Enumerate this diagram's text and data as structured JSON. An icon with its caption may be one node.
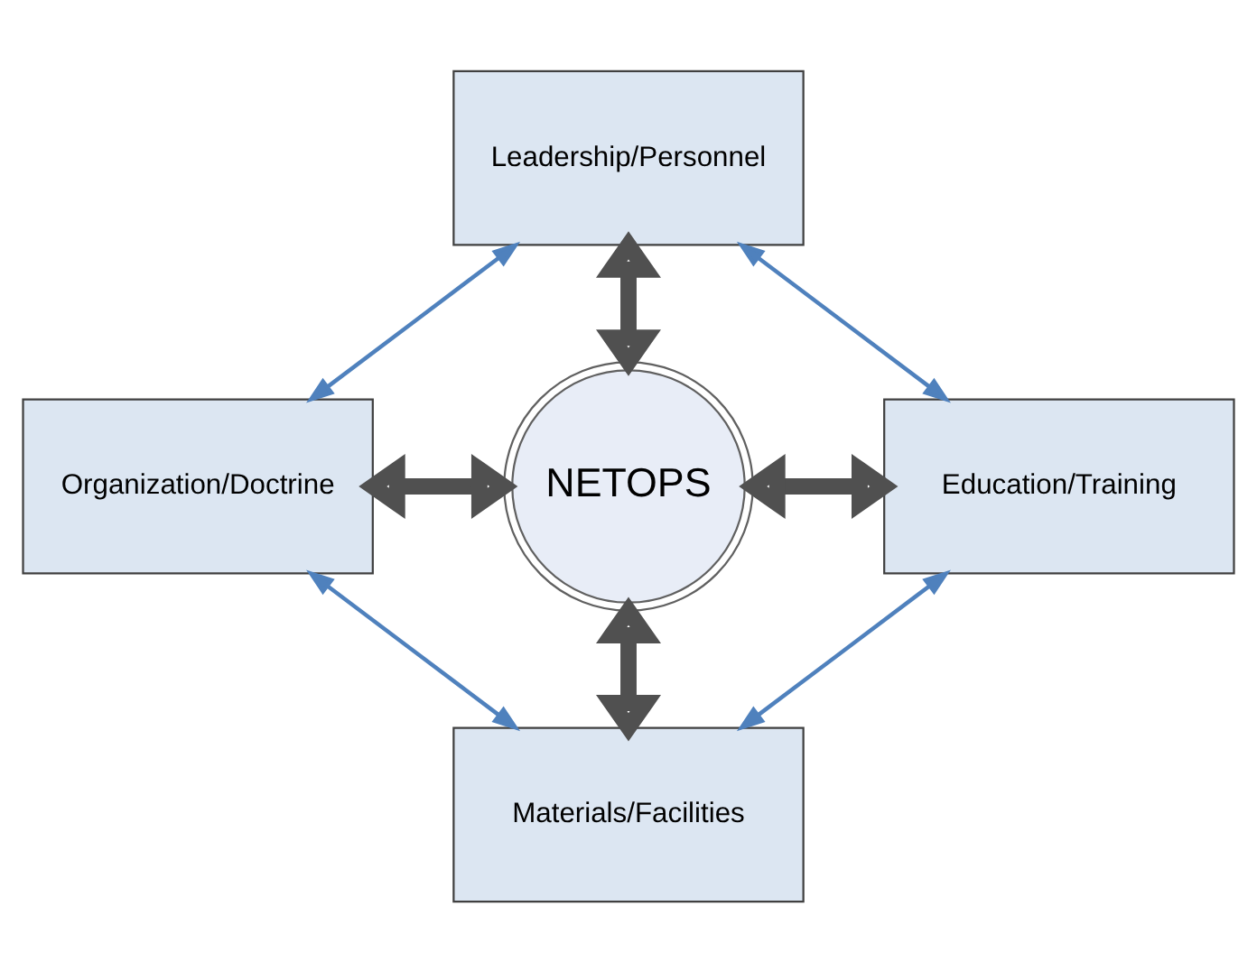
{
  "diagram": {
    "nodes": [
      {
        "text": [
          "NETOPS"
        ]
      },
      {
        "text": [
          "Leadership/Personnel"
        ]
      },
      {
        "text": [
          "Organization/Doctrine"
        ]
      },
      {
        "text": [
          "Education/Training"
        ]
      },
      {
        "text": [
          "Materials/Facilities"
        ]
      }
    ],
    "edges": [
      {
        "from": 1,
        "to": 0,
        "arrow": "both",
        "style": "thick"
      },
      {
        "from": 2,
        "to": 0,
        "arrow": "both",
        "style": "thick"
      },
      {
        "from": 0,
        "to": 3,
        "arrow": "both",
        "style": "thick"
      },
      {
        "from": 0,
        "to": 4,
        "arrow": "both",
        "style": "thick"
      },
      {
        "from": 1,
        "to": 2,
        "arrow": "both",
        "color": "#4f81bd"
      },
      {
        "from": 1,
        "to": 3,
        "arrow": "both",
        "color": "#4f81bd"
      },
      {
        "from": 2,
        "to": 4,
        "arrow": "both",
        "color": "#4f81bd"
      },
      {
        "from": 3,
        "to": 4,
        "arrow": "both",
        "color": "#4f81bd"
      }
    ]
  }
}
